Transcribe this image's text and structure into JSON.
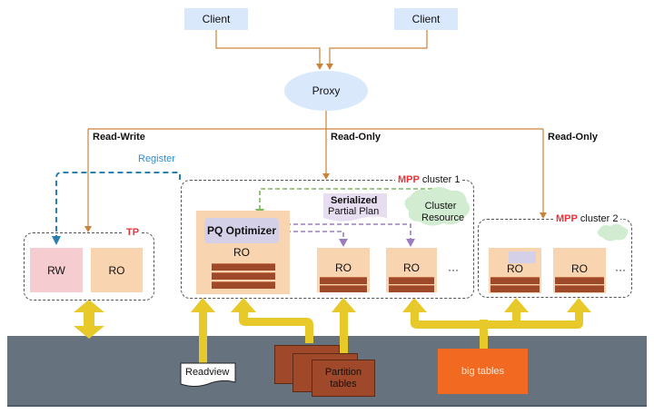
{
  "clients": [
    {
      "label": "Client"
    },
    {
      "label": "Client"
    }
  ],
  "proxy": {
    "label": "Proxy"
  },
  "routes": {
    "read_write": "Read-Write",
    "read_only_1": "Read-Only",
    "read_only_2": "Read-Only",
    "register": "Register"
  },
  "tp_cluster": {
    "title": "TP",
    "nodes": [
      {
        "label": "RW"
      },
      {
        "label": "RO"
      }
    ]
  },
  "mpp_cluster_1": {
    "title_prefix": "MPP",
    "title_suffix": "cluster 1",
    "optimizer": {
      "label": "PQ Optimizer"
    },
    "coordinator_node": {
      "label": "RO"
    },
    "worker_nodes": [
      {
        "label": "RO"
      },
      {
        "label": "RO"
      }
    ],
    "ellipsis": "···",
    "plan_note": {
      "title": "Serialized",
      "subtitle": "Partial Plan"
    },
    "resource": {
      "line1": "Cluster",
      "line2": "Resource"
    }
  },
  "mpp_cluster_2": {
    "title_prefix": "MPP",
    "title_suffix": "cluster 2",
    "nodes": [
      {
        "label": "RO"
      },
      {
        "label": "RO"
      }
    ],
    "ellipsis": "···"
  },
  "storage": {
    "readview": "Readview",
    "partition_tables": {
      "line1": "Partition",
      "line2": "tables"
    },
    "big_tables": "big tables"
  },
  "colors": {
    "client_fill": "#dae8fc",
    "proxy_fill": "#dae8fc",
    "route_line": "#c9843a",
    "register_line": "#2a7fb0",
    "resource_line": "#7ab85a",
    "plan_line": "#9a7cc0",
    "mpp_accent": "#e8333a",
    "rw_fill": "#f5ccd0",
    "ro_fill": "#f8d5b0",
    "data_bar": "#9e4a2a",
    "optimizer_fill": "#d4d0e8",
    "storage_fill": "#66737f",
    "flow_arrow": "#e8c92a",
    "big_tables_fill": "#f26a22",
    "partition_fill": "#a0492a"
  }
}
